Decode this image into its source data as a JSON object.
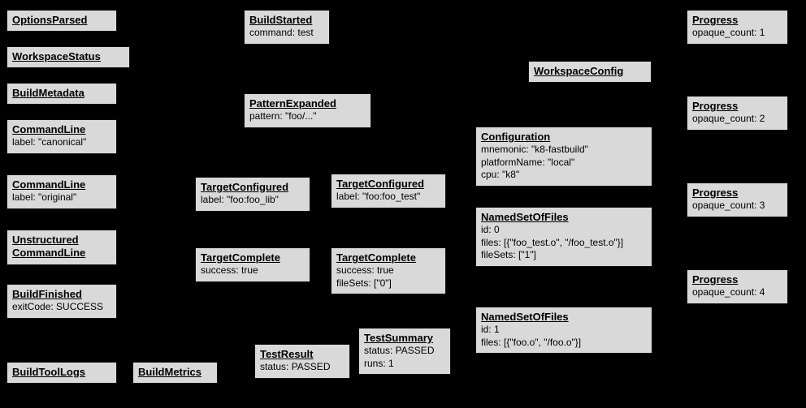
{
  "canvas": {
    "background": "#000000",
    "box_background": "#d9d9d9",
    "text_color": "#000000"
  },
  "boxes": {
    "options_parsed": {
      "title": "OptionsParsed",
      "lines": []
    },
    "workspace_status": {
      "title": "WorkspaceStatus",
      "lines": []
    },
    "build_metadata": {
      "title": "BuildMetadata",
      "lines": []
    },
    "command_line_canonical": {
      "title": "CommandLine",
      "lines": [
        "label: \"canonical\""
      ]
    },
    "command_line_original": {
      "title": "CommandLine",
      "lines": [
        "label: \"original\""
      ]
    },
    "unstructured_command_line": {
      "title": "Unstructured\nCommandLine",
      "lines": []
    },
    "build_finished": {
      "title": "BuildFinished",
      "lines": [
        "exitCode: SUCCESS"
      ]
    },
    "build_tool_logs": {
      "title": "BuildToolLogs",
      "lines": []
    },
    "build_metrics": {
      "title": "BuildMetrics",
      "lines": []
    },
    "build_started": {
      "title": "BuildStarted",
      "lines": [
        "command: test"
      ]
    },
    "pattern_expanded": {
      "title": "PatternExpanded",
      "lines": [
        "pattern: \"foo/...\""
      ]
    },
    "target_configured_foo_lib": {
      "title": "TargetConfigured",
      "lines": [
        "label: \"foo:foo_lib\""
      ]
    },
    "target_complete_foo_lib": {
      "title": "TargetComplete",
      "lines": [
        "success: true"
      ]
    },
    "test_result": {
      "title": "TestResult",
      "lines": [
        "status: PASSED"
      ]
    },
    "target_configured_foo_test": {
      "title": "TargetConfigured",
      "lines": [
        "label: \"foo:foo_test\""
      ]
    },
    "target_complete_foo_test": {
      "title": "TargetComplete",
      "lines": [
        "success: true",
        "fileSets: [\"0\"]"
      ]
    },
    "test_summary": {
      "title": "TestSummary",
      "lines": [
        "status: PASSED",
        "runs: 1"
      ]
    },
    "workspace_config": {
      "title": "WorkspaceConfig",
      "lines": []
    },
    "configuration": {
      "title": "Configuration",
      "lines": [
        "mnemonic: \"k8-fastbuild\"",
        "platformName: \"local\"",
        "cpu: \"k8\""
      ]
    },
    "named_set_of_files_0": {
      "title": "NamedSetOfFiles",
      "lines": [
        "id: 0",
        "files: [{\"foo_test.o\", \"/foo_test.o\"}]",
        "fileSets: [\"1\"]"
      ]
    },
    "named_set_of_files_1": {
      "title": "NamedSetOfFiles",
      "lines": [
        "id: 1",
        "files: [{\"foo.o\", \"/foo.o\"}]"
      ]
    },
    "progress_1": {
      "title": "Progress",
      "lines": [
        "opaque_count: 1"
      ]
    },
    "progress_2": {
      "title": "Progress",
      "lines": [
        "opaque_count: 2"
      ]
    },
    "progress_3": {
      "title": "Progress",
      "lines": [
        "opaque_count: 3"
      ]
    },
    "progress_4": {
      "title": "Progress",
      "lines": [
        "opaque_count: 4"
      ]
    }
  }
}
